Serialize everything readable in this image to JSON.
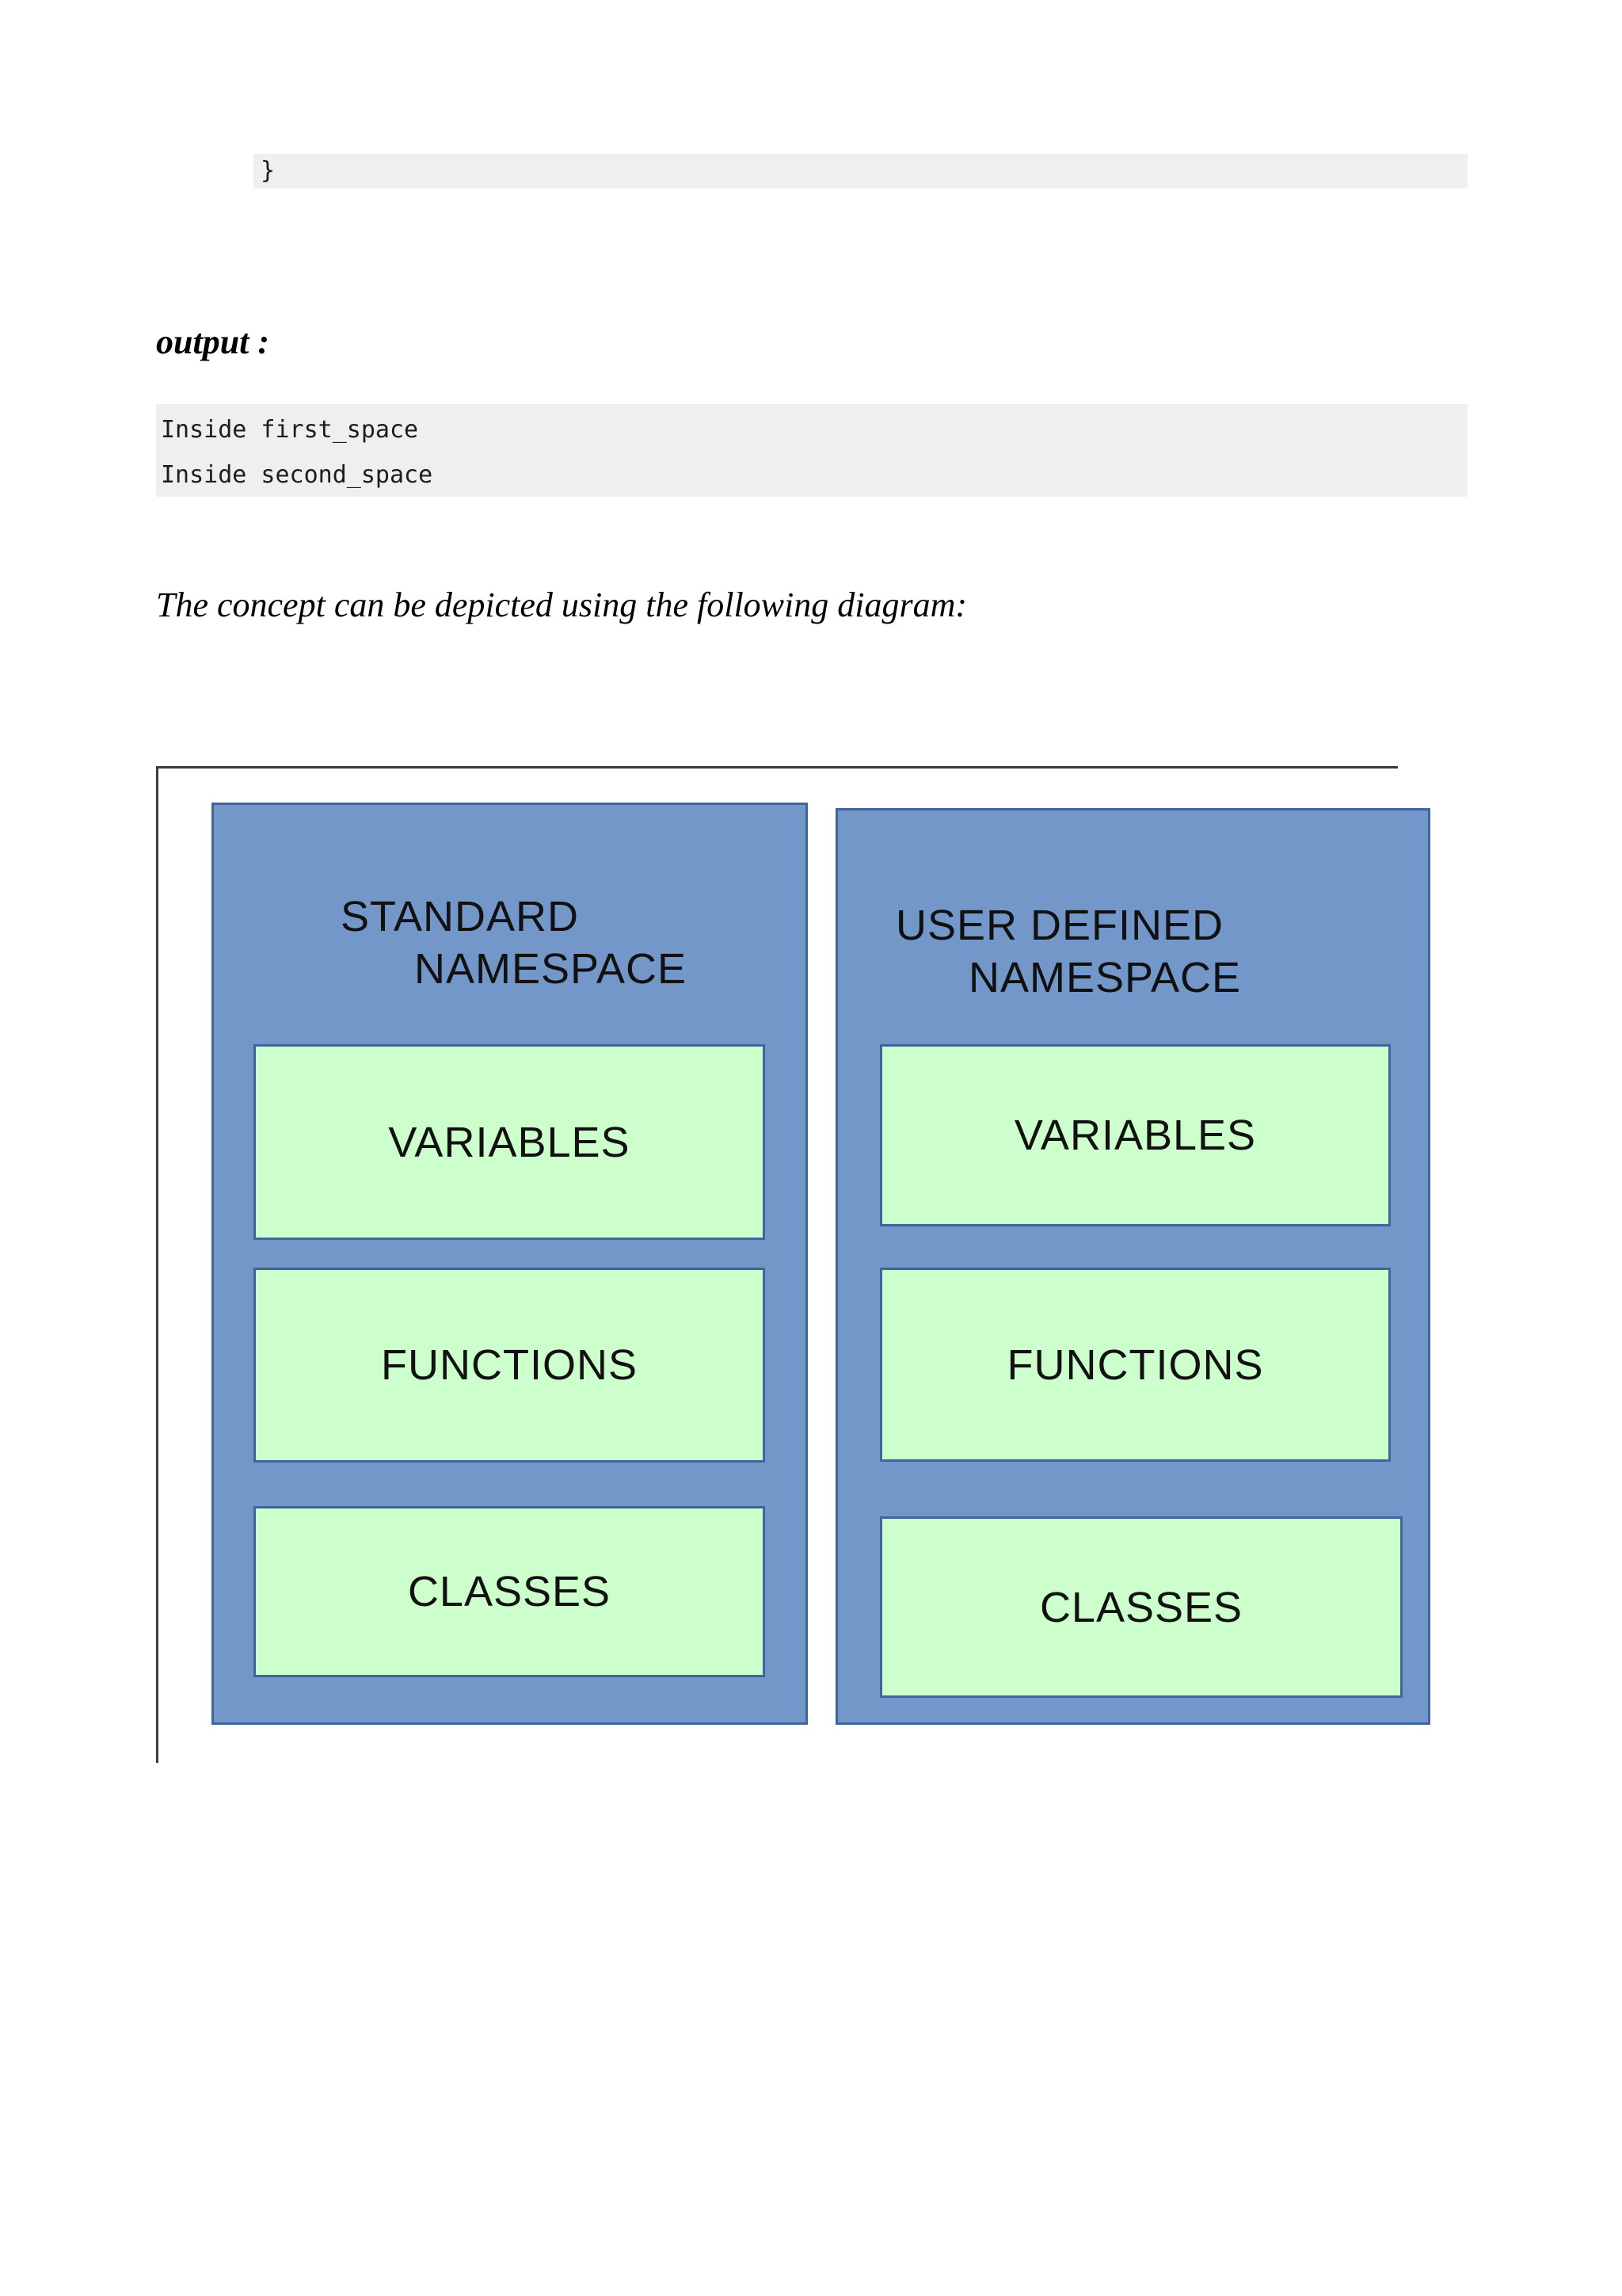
{
  "colors": {
    "code_bg": "#efefef",
    "blue_fill": "#7397c9",
    "blue_border": "#3f669c",
    "green_fill": "#ccffcc",
    "green_border": "#3f669c",
    "outer_border": "#3c3c3c"
  },
  "document": {
    "code_tail": "}",
    "output_heading": "output :",
    "output_lines": [
      "Inside first_space",
      "Inside second_space"
    ],
    "paragraph": "The concept can be depicted using the following diagram:"
  },
  "diagram": {
    "left_box": {
      "title_line1": "STANDARD",
      "title_line2": "NAMESPACE",
      "members": [
        "VARIABLES",
        "FUNCTIONS",
        "CLASSES"
      ]
    },
    "right_box": {
      "title_line1": "USER DEFINED",
      "title_line2": "NAMESPACE",
      "members": [
        "VARIABLES",
        "FUNCTIONS",
        "CLASSES"
      ]
    }
  }
}
